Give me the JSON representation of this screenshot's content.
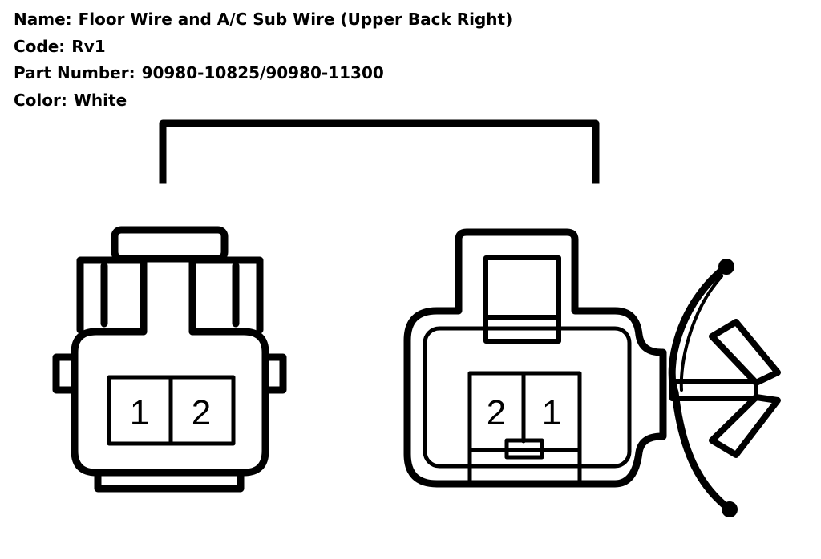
{
  "info": {
    "name_label": "Name:",
    "name_value": "Floor Wire and A/C Sub Wire (Upper Back Right)",
    "code_label": "Code:",
    "code_value": "Rv1",
    "part_label": "Part Number:",
    "part_value": "90980-10825/90980-11300",
    "color_label": "Color:",
    "color_value": "White"
  },
  "left_connector": {
    "pins": [
      "1",
      "2"
    ]
  },
  "right_connector": {
    "pins": [
      "2",
      "1"
    ]
  }
}
